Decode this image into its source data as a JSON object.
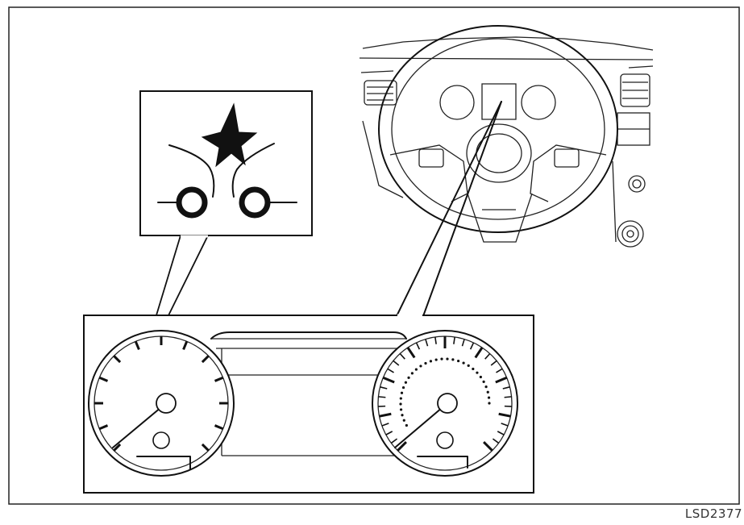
{
  "figure": {
    "code": "LSD2377",
    "colors": {
      "line": "#111111",
      "background": "#ffffff"
    }
  },
  "callouts": [
    {
      "name": "warning-light-callout",
      "icon": "forward-collision-warning-icon"
    },
    {
      "name": "steering-wheel-callout",
      "icon": "steering-wheel-icon"
    }
  ],
  "cluster": {
    "left_gauge": "speedometer",
    "right_gauge": "tachometer"
  }
}
